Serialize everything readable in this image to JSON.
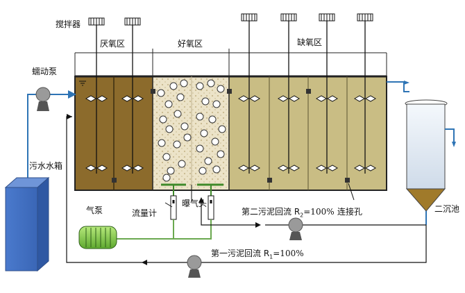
{
  "labels": {
    "mixer": "搅拌器",
    "anaerobic_zone": "厌氧区",
    "aerobic_zone": "好氧区",
    "anoxic_zone": "缺氧区",
    "peristaltic_pump": "蠕动泵",
    "sewage_tank": "污水水箱",
    "air_pump": "气泵",
    "flowmeter": "流量计",
    "aerator": "曝气头",
    "second_return": "第二污泥回流 R",
    "second_return_sub": "2",
    "second_return_value": "=100%",
    "connection_hole": "连接孔",
    "secondary_clarifier": "二沉池",
    "first_return": "第一污泥回流 R",
    "first_return_sub": "1",
    "first_return_value": "=100%"
  },
  "colors": {
    "anaerobic": "#8c6b2c",
    "aerobic": "#ece3c8",
    "anoxic": "#c9bd84",
    "pipe": "#2e74b5",
    "air_line": "#3f8a2a",
    "tank": "#4472c4",
    "pump_gray": "#8a8a8a"
  }
}
